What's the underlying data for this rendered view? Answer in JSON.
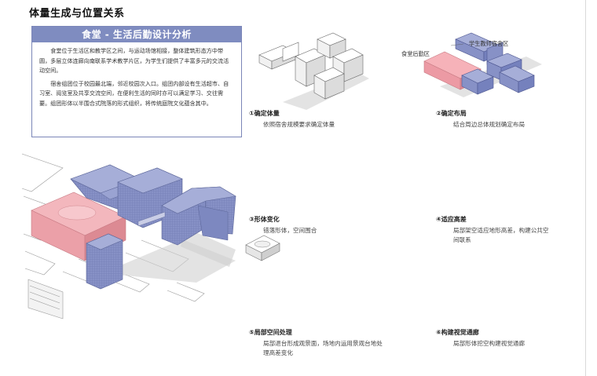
{
  "page": {
    "title": "体量生成与位置关系"
  },
  "intro": {
    "header": "食堂 - 生活后勤设计分析",
    "paragraph1": "食堂位于生活区和教学区之间，与运动场馆相接，整体建筑形态方中带圆，多层立体连廊向南联系学术教学片区，为学生们提供了丰富多元的交流活动空间。",
    "paragraph2": "宿舍组团位于校园最北端，邻近校园次入口。组团内部设有生活超市、自习室、阅览室及共享交流空间，在便利生活的同时亦可以满足学习、交往需要。组团形体以半围合式院落的形式组织，将传统庭院文化蕴含其中。"
  },
  "steps": [
    {
      "title": "①确定体量",
      "desc": "依照宿舍规模要求确定体量"
    },
    {
      "title": "②确定布局",
      "desc": "结合周边总体规划确定布局"
    },
    {
      "title": "③形体变化",
      "desc": "错落形体，空间围合"
    },
    {
      "title": "④适应高差",
      "desc": "局部架空适应地形高差，构建公共空间联系"
    },
    {
      "title": "⑤局部空间处理",
      "desc": "局部退台形成观景面，场地内运用景观台地处理高差变化"
    },
    {
      "title": "⑥构建视觉通廊",
      "desc": "局部形体挖空构建视觉通廊"
    }
  ],
  "labels": {
    "canteen_logistics": "食堂后勤区",
    "dorm_zone": "学生教师宿舍区"
  },
  "colors": {
    "panel_header": "#7f8cc0",
    "dorm_blue": "#8b95c9",
    "canteen_pink": "#ec9aa4",
    "accent_red": "#d9414d"
  }
}
